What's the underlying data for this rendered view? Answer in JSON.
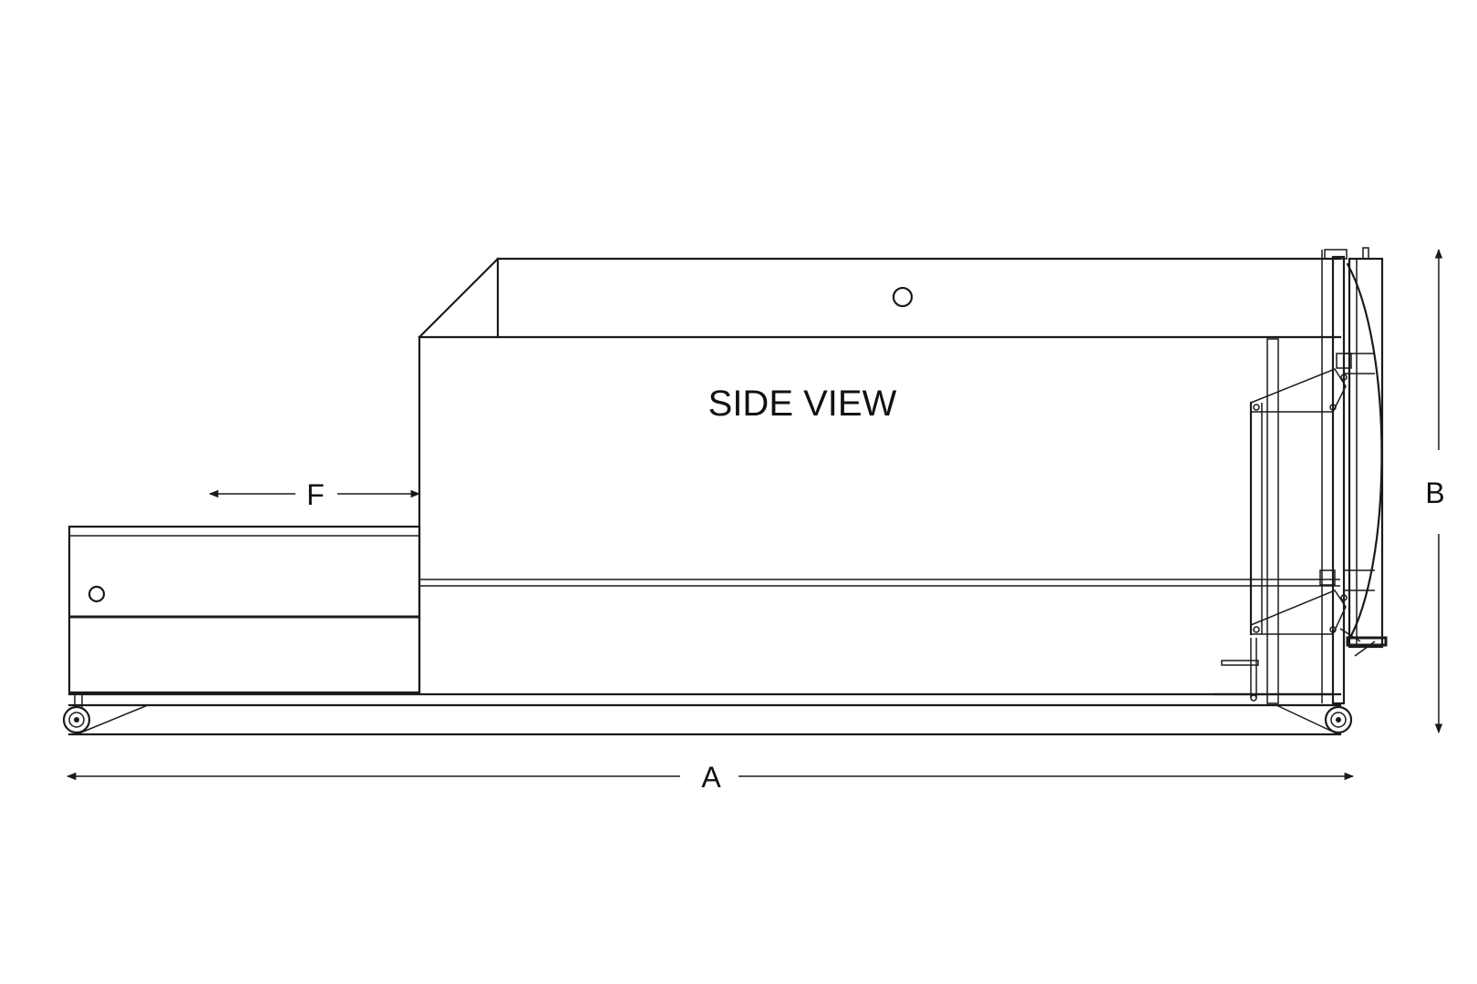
{
  "diagram": {
    "view_label": "SIDE VIEW",
    "dimensions": {
      "a": "A",
      "b": "B",
      "f": "F"
    }
  }
}
